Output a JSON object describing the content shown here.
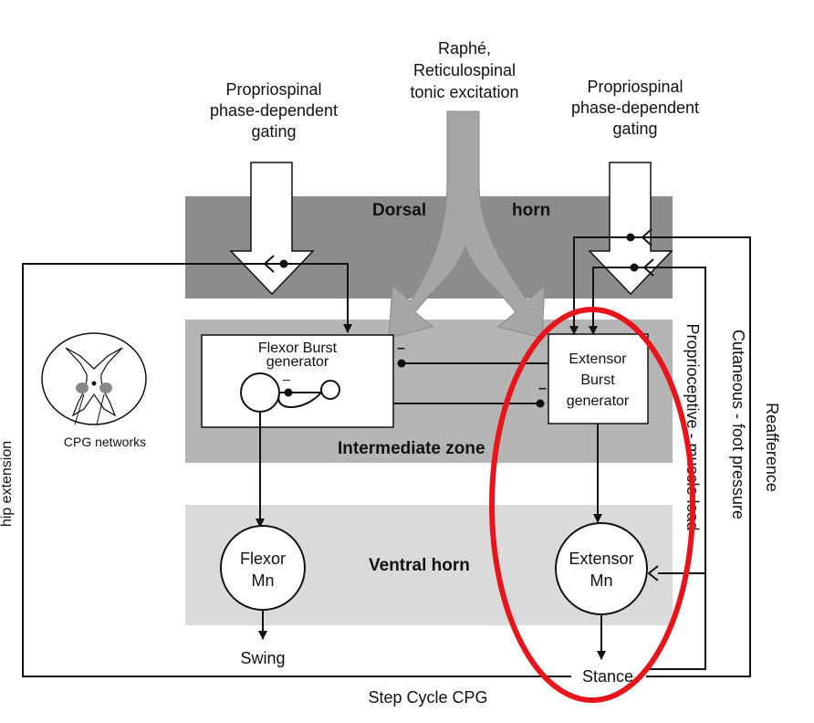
{
  "top_labels": {
    "left": [
      "Propriospinal",
      "phase-dependent",
      "gating"
    ],
    "center": [
      "Raphé,",
      "Reticulospinal",
      "tonic excitation"
    ],
    "right": [
      "Propriospinal",
      "phase-dependent",
      "gating"
    ]
  },
  "zones": {
    "dorsal_left": "Dorsal",
    "dorsal_right": "horn",
    "intermediate": "Intermediate zone",
    "ventral": "Ventral horn"
  },
  "flexor_burst": [
    "Flexor Burst",
    "generator"
  ],
  "extensor_burst": [
    "Extensor",
    "Burst",
    "generator"
  ],
  "flexor_mn": [
    "Flexor",
    "Mn"
  ],
  "extensor_mn": [
    "Extensor",
    "Mn"
  ],
  "swing": "Swing",
  "stance": "Stance",
  "step_cycle": "Step Cycle CPG",
  "cpg_networks": "CPG networks",
  "hip_extension": "hip extension",
  "proprioceptive": "Proprioceptive - muscle load",
  "cutaneous": "Cutaneous - foot pressure",
  "reafference": "Reafference",
  "minus": "–",
  "colors": {
    "dorsal": "#8c8c8c",
    "intermediate": "#b5b5b5",
    "ventral": "#dadada",
    "arrow_fill": "#ffffff",
    "raphe_fill": "#a6a6a6",
    "highlight": "#e8141c"
  }
}
